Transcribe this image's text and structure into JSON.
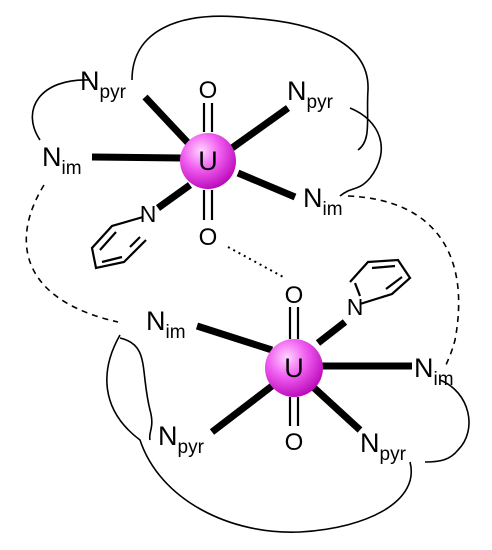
{
  "molecule": {
    "uranium_top": {
      "symbol": "U",
      "color": "#e400e4"
    },
    "uranium_bottom": {
      "symbol": "U",
      "color": "#e400e4"
    },
    "oxo_label": "O",
    "pyridine_n_label": "N",
    "n_main": "N",
    "sub_pyr": "pyr",
    "sub_im": "im"
  }
}
